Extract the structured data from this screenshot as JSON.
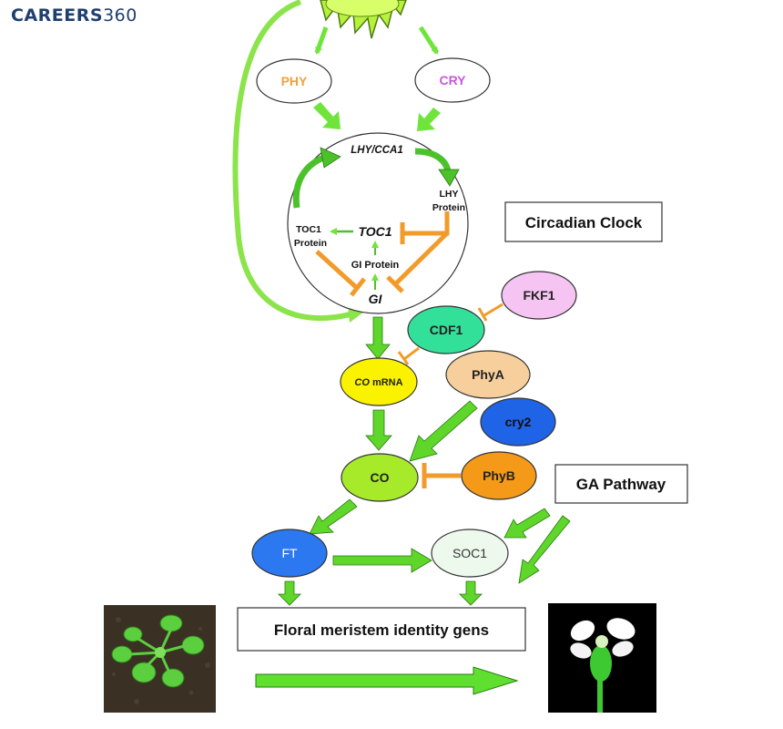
{
  "brand": {
    "name_bold": "CAREERS",
    "name_light": "360"
  },
  "nodes": {
    "phy": "PHY",
    "cry": "CRY",
    "lhy_cca1": "LHY/CCA1",
    "lhy_protein_1": "LHY",
    "lhy_protein_2": "Protein",
    "toc1_protein_1": "TOC1",
    "toc1_protein_2": "Protein",
    "toc1": "TOC1",
    "gi_protein": "GI Protein",
    "gi": "GI",
    "fkf1": "FKF1",
    "cdf1": "CDF1",
    "co_mrna_italic": "CO",
    "co_mrna_rest": " mRNA",
    "phya": "PhyA",
    "cry2": "cry2",
    "co": "CO",
    "phyb": "PhyB",
    "ft": "FT",
    "soc1": "SOC1"
  },
  "boxes": {
    "circadian_clock": "Circadian Clock",
    "ga_pathway": "GA Pathway",
    "floral_meristem": "Floral meristem identity gens"
  },
  "colors": {
    "phy_text": "#f2a13a",
    "cry_text": "#c45ad8",
    "fkf1_fill": "#f6c4f2",
    "cdf1_fill": "#33e09a",
    "co_mrna_fill": "#fbf200",
    "phya_fill": "#f7cf9c",
    "cry2_fill": "#1f63e6",
    "co_fill": "#a6ea2a",
    "phyb_fill": "#f59a18",
    "ft_fill": "#2b78f0",
    "soc1_fill": "#eef9ee",
    "arrow_green": "#6fe43a",
    "inhibit_orange": "#f29b2a"
  },
  "icons": [
    "sun-icon",
    "rosette-plant-image",
    "flower-image"
  ]
}
